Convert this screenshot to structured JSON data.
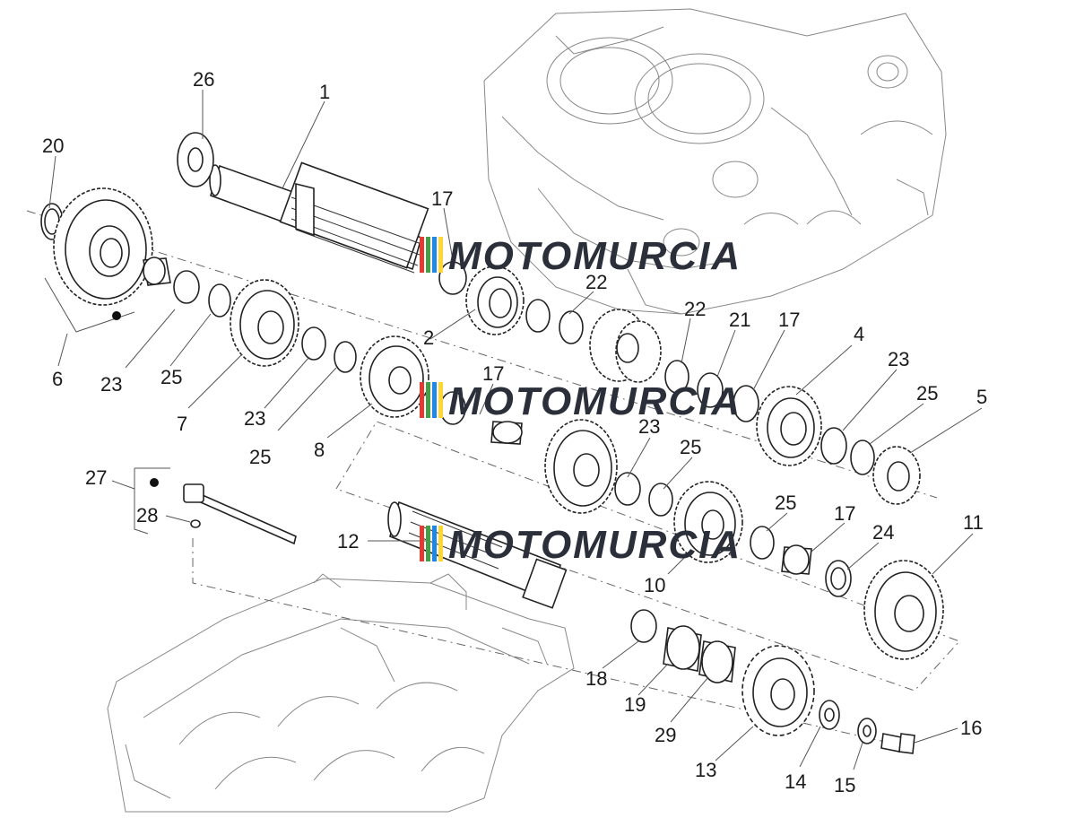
{
  "diagram": {
    "labels": [
      "26",
      "1",
      "20",
      "17",
      "22",
      "2",
      "22",
      "21",
      "17",
      "4",
      "23",
      "25",
      "5",
      "6",
      "23",
      "25",
      "7",
      "23",
      "25",
      "8",
      "17",
      "23",
      "25",
      "27",
      "28",
      "12",
      "25",
      "17",
      "24",
      "11",
      "10",
      "18",
      "19",
      "29",
      "13",
      "14",
      "15",
      "16"
    ],
    "watermark": "MOTOMURCIA",
    "watermark_stripe_colors": [
      "#e53935",
      "#43a047",
      "#1e88e5",
      "#fdd835"
    ]
  }
}
